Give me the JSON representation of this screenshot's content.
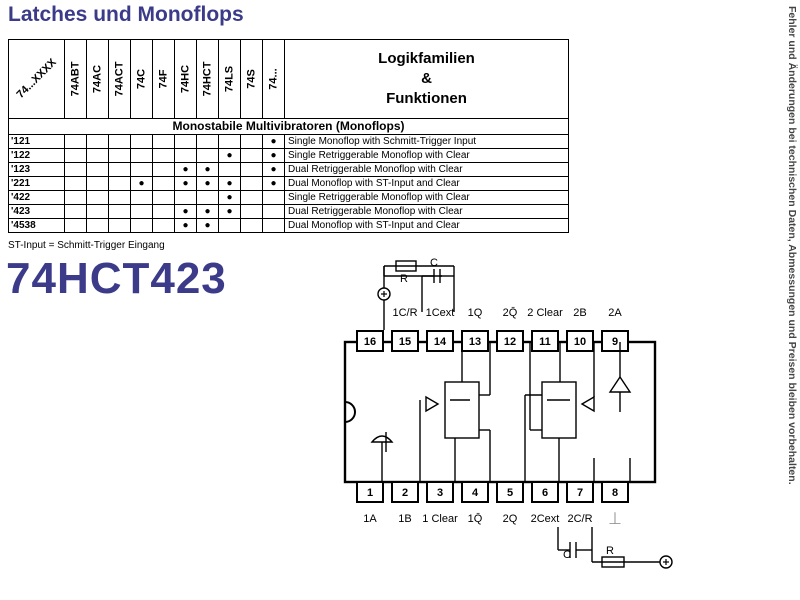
{
  "title": "Latches und Monoflops",
  "table": {
    "corner": "74...XXXX",
    "families": [
      "74ABT",
      "74AC",
      "74ACT",
      "74C",
      "74F",
      "74HC",
      "74HCT",
      "74LS",
      "74S",
      "74..."
    ],
    "function_header": [
      "Logikfamilien",
      "&",
      "Funktionen"
    ],
    "section": "Monostabile Multivibratoren (Monoflops)",
    "rows": [
      {
        "code": "'121",
        "marks": [
          "",
          "",
          "",
          "",
          "",
          "",
          "",
          "",
          "",
          "●"
        ],
        "function": "Single Monoflop with Schmitt-Trigger Input"
      },
      {
        "code": "'122",
        "marks": [
          "",
          "",
          "",
          "",
          "",
          "",
          "",
          "●",
          "",
          "●"
        ],
        "function": "Single Retriggerable Monoflop with Clear"
      },
      {
        "code": "'123",
        "marks": [
          "",
          "",
          "",
          "",
          "",
          "●",
          "●",
          "",
          "",
          "●"
        ],
        "function": "Dual Retriggerable Monoflop with Clear"
      },
      {
        "code": "'221",
        "marks": [
          "",
          "",
          "",
          "●",
          "",
          "●",
          "●",
          "●",
          "",
          "●"
        ],
        "function": "Dual Monoflop with ST-Input and Clear"
      },
      {
        "code": "'422",
        "marks": [
          "",
          "",
          "",
          "",
          "",
          "",
          "",
          "●",
          "",
          ""
        ],
        "function": "Single Retriggerable Monoflop with Clear"
      },
      {
        "code": "'423",
        "marks": [
          "",
          "",
          "",
          "",
          "",
          "●",
          "●",
          "●",
          "",
          ""
        ],
        "function": "Dual Retriggerable Monoflop with Clear"
      },
      {
        "code": "'4538",
        "marks": [
          "",
          "",
          "",
          "",
          "",
          "●",
          "●",
          "",
          "",
          ""
        ],
        "function": "Dual Monoflop with ST-Input and Clear"
      }
    ]
  },
  "footnote": "ST-Input = Schmitt-Trigger Eingang",
  "part_number": "74HCT423",
  "side_note": "Fehler und Änderungen bei technischen Daten, Abmessungen und Preisen bleiben vorbehalten.",
  "diagram": {
    "top_pins": [
      {
        "num": "16",
        "label": "⊕"
      },
      {
        "num": "15",
        "label": "1C/R"
      },
      {
        "num": "14",
        "label": "1Cext"
      },
      {
        "num": "13",
        "label": "1Q"
      },
      {
        "num": "12",
        "label": "2Q̄"
      },
      {
        "num": "11",
        "label": "2 Clear"
      },
      {
        "num": "10",
        "label": "2B"
      },
      {
        "num": "9",
        "label": "2A"
      }
    ],
    "bottom_pins": [
      {
        "num": "1",
        "label": "1A"
      },
      {
        "num": "2",
        "label": "1B"
      },
      {
        "num": "3",
        "label": "1 Clear"
      },
      {
        "num": "4",
        "label": "1Q̄"
      },
      {
        "num": "5",
        "label": "2Q"
      },
      {
        "num": "6",
        "label": "2Cext"
      },
      {
        "num": "7",
        "label": "2C/R"
      },
      {
        "num": "8",
        "label": "⏊"
      }
    ],
    "rc_top": {
      "r": "R",
      "c": "C"
    },
    "rc_bottom": {
      "r": "R",
      "c": "C"
    }
  }
}
